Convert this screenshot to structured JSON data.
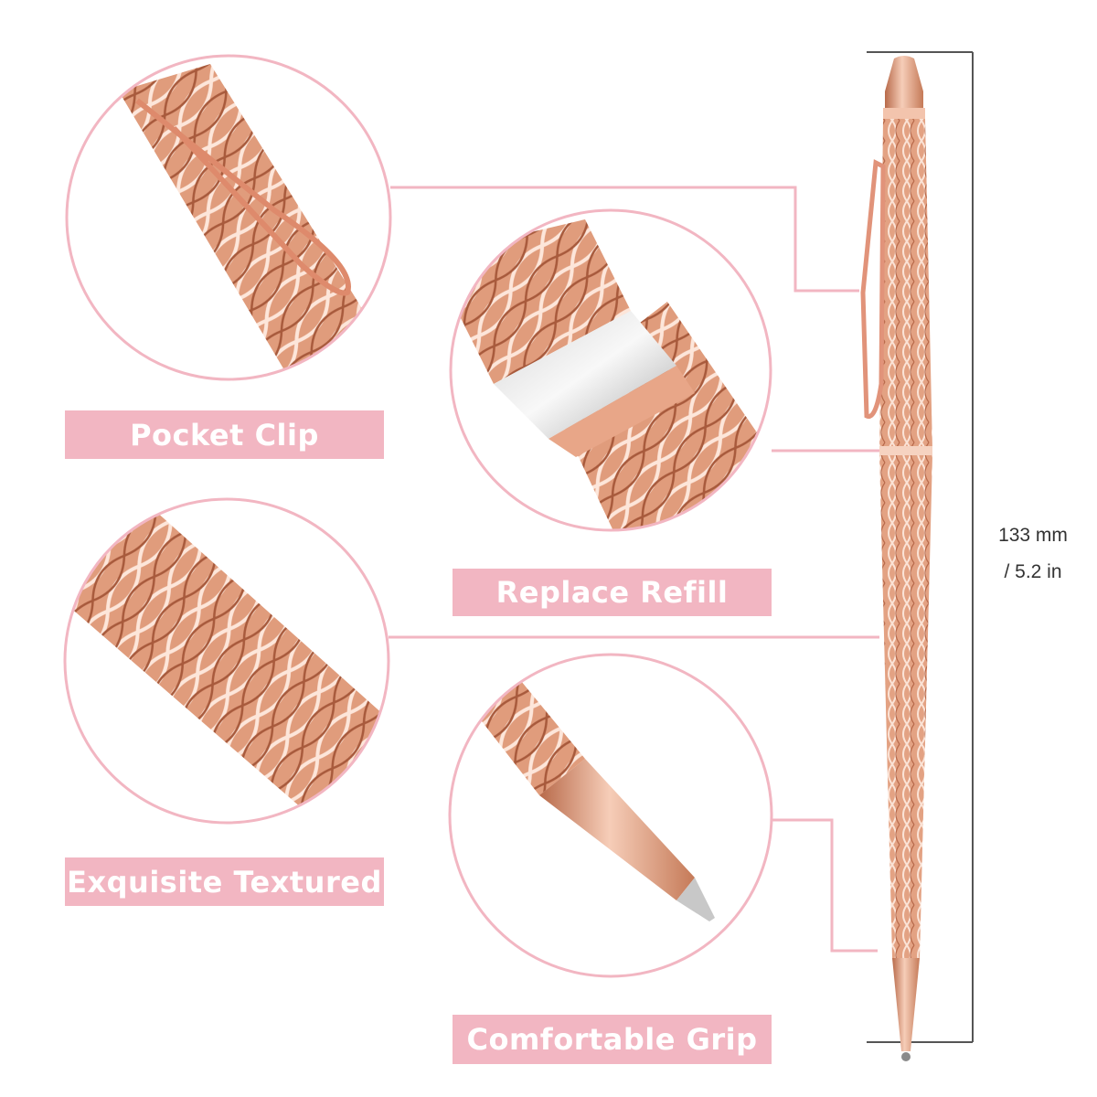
{
  "features": {
    "pocket_clip": "Pocket Clip",
    "replace_refill": "Replace Refill",
    "exquisite_textured": "Exquisite Textured",
    "comfortable_grip": "Comfortable Grip"
  },
  "dimension": {
    "length_mm": "133 mm",
    "length_in": "/ 5.2 in"
  },
  "colors": {
    "accent_pink": "#f2b6c2",
    "rose_gold": "#e8a688"
  }
}
